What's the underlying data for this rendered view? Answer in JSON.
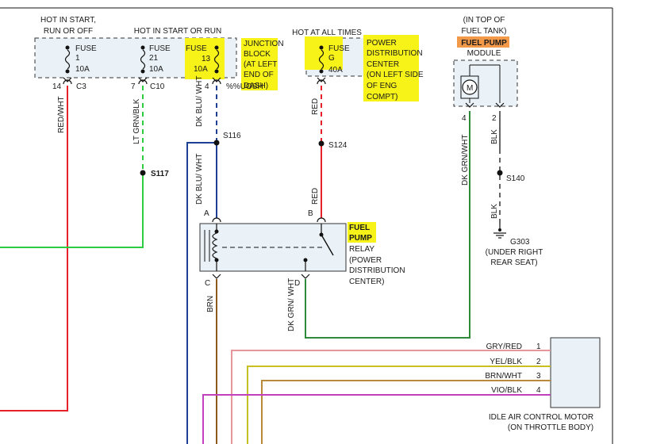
{
  "header": {
    "hot_start_run_off_l1": "HOT IN START,",
    "hot_start_run_off_l2": "RUN OR OFF",
    "hot_start_or_run": "HOT IN START OR RUN",
    "hot_all_times": "HOT AT ALL TIMES"
  },
  "junction_block": {
    "label": [
      "JUNCTION",
      "BLOCK",
      "(AT LEFT",
      "END OF",
      "DASH)"
    ],
    "overlap_text": "%%UOSH"
  },
  "pdc": {
    "label": [
      "POWER",
      "DISTRIBUTION",
      "CENTER",
      "(ON LEFT SIDE",
      "OF ENG",
      "COMPT)"
    ]
  },
  "fuses": [
    {
      "label": "FUSE",
      "number": "1",
      "rating": "10A",
      "pin": "14",
      "connector": "C3",
      "wire": "RED/WHT"
    },
    {
      "label": "FUSE",
      "number": "21",
      "rating": "10A",
      "pin": "7",
      "connector": "C10",
      "wire": "LT GRN/BLK"
    },
    {
      "label": "FUSE",
      "number": "13",
      "rating": "10A",
      "pin": "4",
      "connector": "",
      "wire": "DK BLU/ WHT"
    },
    {
      "label": "FUSE",
      "number": "G",
      "rating": "40A",
      "pin": "",
      "connector": "",
      "wire": "RED"
    }
  ],
  "splices": {
    "s116": "S116",
    "s117": "S117",
    "s124": "S124",
    "s140": "S140"
  },
  "fuel_pump_module": {
    "loc1": "(IN TOP OF",
    "loc2": "FUEL TANK)",
    "name": "FUEL PUMP",
    "name2": "MODULE",
    "motor": "M",
    "pin4": "4",
    "pin2": "2",
    "wire_pin4": "DK GRN/WHT",
    "wire_pin2": "BLK",
    "wire_pin2_lower": "BLK"
  },
  "ground": {
    "name": "G303",
    "loc1": "(UNDER RIGHT",
    "loc2": "REAR SEAT)"
  },
  "relay": {
    "name1": "FUEL",
    "name2": "PUMP",
    "name3": "RELAY",
    "loc": [
      "(POWER",
      "DISTRIBUTION",
      "CENTER)"
    ],
    "pin_a": "A",
    "pin_b": "B",
    "pin_c": "C",
    "pin_d": "D",
    "wire_a": "DK BLU/ WHT",
    "wire_b": "RED",
    "wire_c": "BRN",
    "wire_d": "DK GRN/ WHT"
  },
  "iac": {
    "name": "IDLE AIR CONTROL MOTOR",
    "loc": "(ON THROTTLE BODY)",
    "wires": [
      {
        "color": "GRY/RED",
        "pin": "1"
      },
      {
        "color": "YEL/BLK",
        "pin": "2"
      },
      {
        "color": "BRN/WHT",
        "pin": "3"
      },
      {
        "color": "VIO/BLK",
        "pin": "4"
      }
    ]
  },
  "colors": {
    "highlight": "#f7f319",
    "fuel_pump_tag": "#f2994a",
    "red": "#e8202a",
    "green": "#2ecc40",
    "blue": "#1f3f95",
    "brown": "#8b5a1c",
    "dk_green": "#2e8b3a",
    "gray": "#666666",
    "pink": "#e8969c",
    "yellow": "#c8c020",
    "tan": "#b88a3c",
    "violet": "#c040c0"
  }
}
